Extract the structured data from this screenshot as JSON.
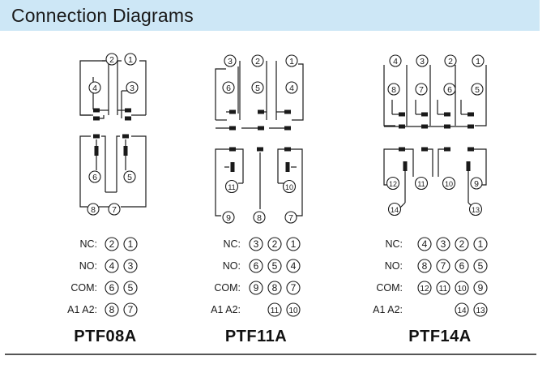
{
  "header": {
    "title": "Connection  Diagrams"
  },
  "models": [
    {
      "name": "PTF08A",
      "rows": {
        "NC": [
          "2",
          "1"
        ],
        "NO": [
          "4",
          "3"
        ],
        "COM": [
          "6",
          "5"
        ],
        "A1A2": [
          "8",
          "7"
        ]
      }
    },
    {
      "name": "PTF11A",
      "rows": {
        "NC": [
          "3",
          "2",
          "1"
        ],
        "NO": [
          "6",
          "5",
          "4"
        ],
        "COM": [
          "9",
          "8",
          "7"
        ],
        "A1A2": [
          "11",
          "10"
        ]
      }
    },
    {
      "name": "PTF14A",
      "rows": {
        "NC": [
          "4",
          "3",
          "2",
          "1"
        ],
        "NO": [
          "8",
          "7",
          "6",
          "5"
        ],
        "COM": [
          "12",
          "11",
          "10",
          "9"
        ],
        "A1A2": [
          "14",
          "13"
        ]
      }
    }
  ],
  "labels": {
    "nc": "NC:",
    "no": "NO:",
    "com": "COM:",
    "a1a2": "A1 A2:"
  }
}
